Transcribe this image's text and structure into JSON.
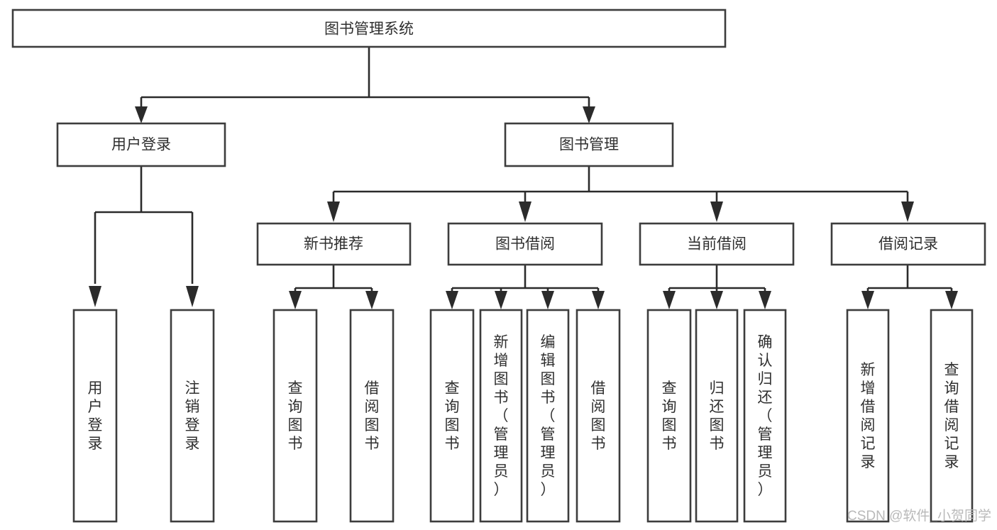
{
  "diagram": {
    "type": "tree-hierarchy",
    "title": "图书管理系统",
    "orientation": "top-down",
    "watermark": "CSDN @软件_小贺同学",
    "colors": {
      "box_stroke": "#3d3d3d",
      "box_fill": "#ffffff",
      "connector": "#2b2b2b",
      "text": "#2f2f2f",
      "watermark": "#b9b9b9",
      "background": "#ffffff"
    },
    "root": {
      "id": "root",
      "label": "图书管理系统"
    },
    "level2": [
      {
        "id": "user-login",
        "label": "用户登录"
      },
      {
        "id": "book-manage",
        "label": "图书管理"
      }
    ],
    "level3": [
      {
        "id": "new-book-recommend",
        "label": "新书推荐",
        "parent": "book-manage"
      },
      {
        "id": "book-borrow",
        "label": "图书借阅",
        "parent": "book-manage"
      },
      {
        "id": "current-borrow",
        "label": "当前借阅",
        "parent": "book-manage"
      },
      {
        "id": "borrow-record",
        "label": "借阅记录",
        "parent": "book-manage"
      }
    ],
    "leaves": {
      "user-login": [
        {
          "id": "leaf-user-login",
          "label": "用户登录"
        },
        {
          "id": "leaf-user-logout",
          "label": "注销登录"
        }
      ],
      "new-book-recommend": [
        {
          "id": "leaf-query-book-1",
          "label": "查询图书"
        },
        {
          "id": "leaf-borrow-book-1",
          "label": "借阅图书"
        }
      ],
      "book-borrow": [
        {
          "id": "leaf-query-book-2",
          "label": "查询图书"
        },
        {
          "id": "leaf-add-book",
          "label": "新增图书（管理员）"
        },
        {
          "id": "leaf-edit-book",
          "label": "编辑图书（管理员）"
        },
        {
          "id": "leaf-borrow-book-2",
          "label": "借阅图书"
        }
      ],
      "current-borrow": [
        {
          "id": "leaf-query-book-3",
          "label": "查询图书"
        },
        {
          "id": "leaf-return-book",
          "label": "归还图书"
        },
        {
          "id": "leaf-confirm-return",
          "label": "确认归还（管理员）"
        }
      ],
      "borrow-record": [
        {
          "id": "leaf-add-record",
          "label": "新增借阅记录"
        },
        {
          "id": "leaf-query-record",
          "label": "查询借阅记录"
        }
      ]
    }
  }
}
